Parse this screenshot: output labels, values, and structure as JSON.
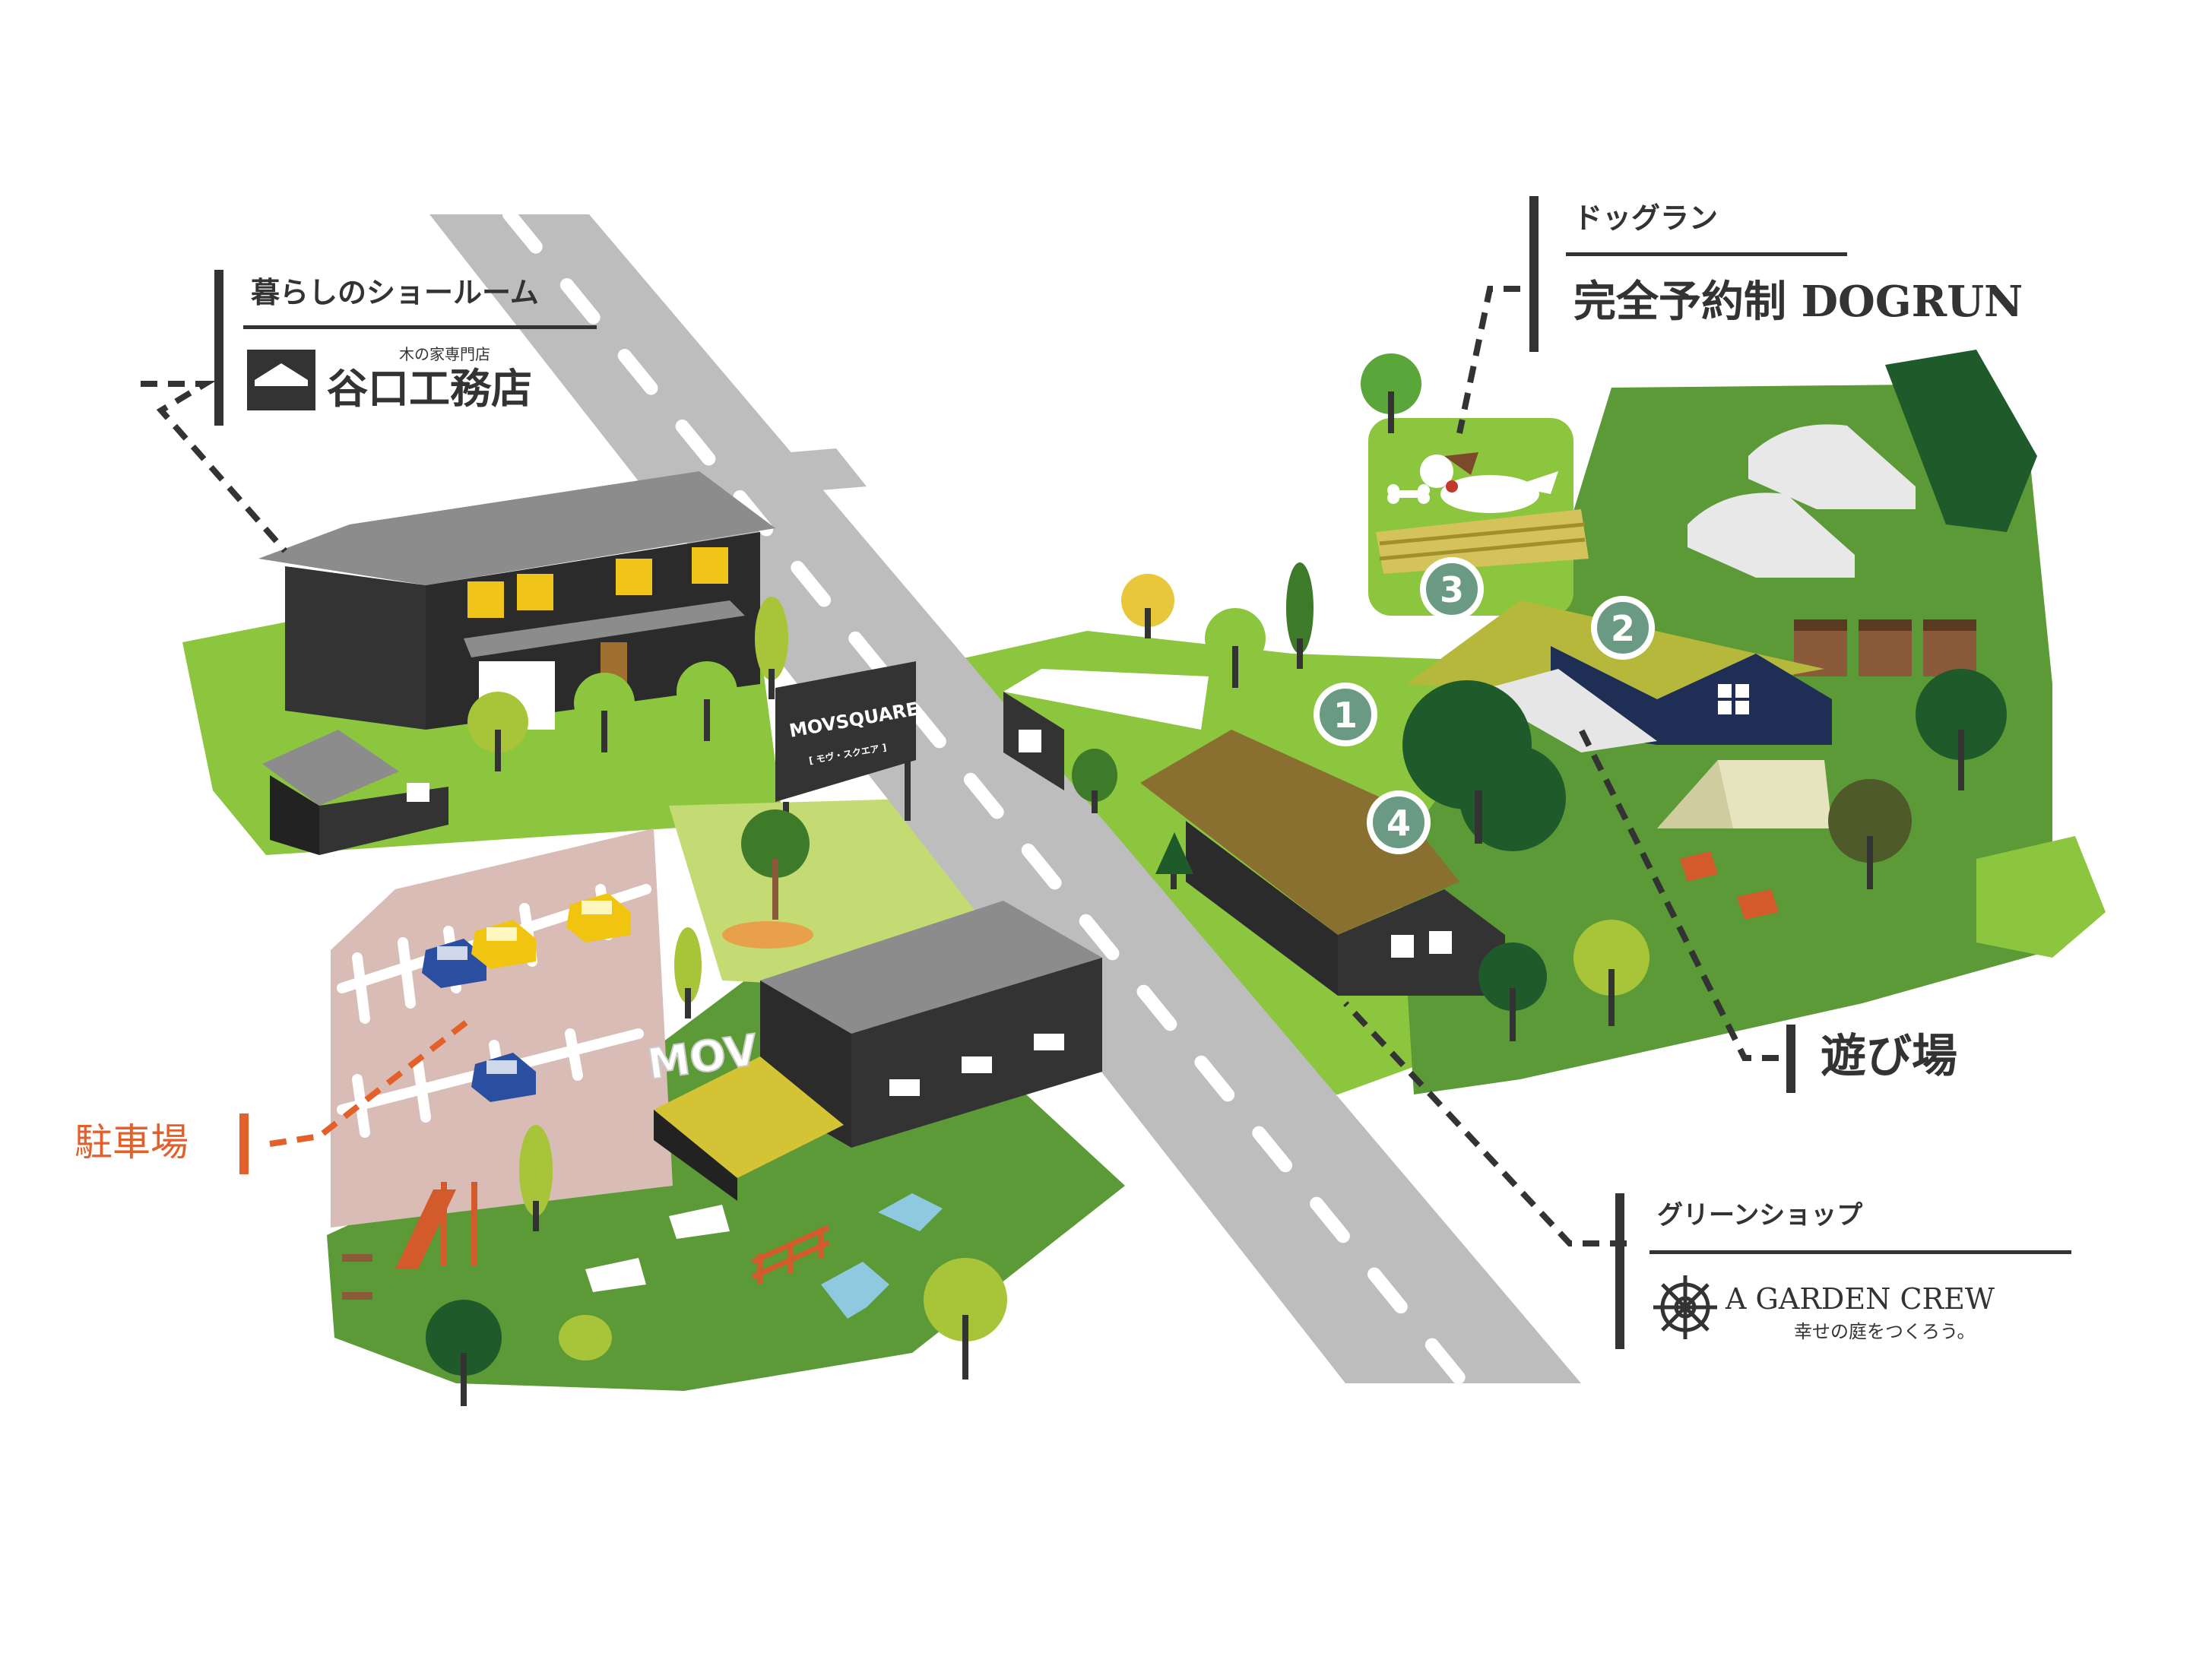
{
  "showroom": {
    "category": "暮らしのショールーム",
    "subtitle": "木の家専門店",
    "name": "谷口工務店"
  },
  "dogrun": {
    "category": "ドッグラン",
    "name": "完全予約制 DOGRUN"
  },
  "playground": {
    "name": "遊び場"
  },
  "parking": {
    "name": "駐車場"
  },
  "greenshop": {
    "category": "グリーンショップ",
    "name": "A GARDEN CREW",
    "tagline": "幸せの庭をつくろう。"
  },
  "signs": {
    "movsquare": "MOVSQUARE",
    "movsquare_sub": "[ モヴ・スクエア ]",
    "mov": "MOV"
  },
  "markers": [
    "1",
    "2",
    "3",
    "4"
  ],
  "colors": {
    "road": "#bdbdbd",
    "grass_light": "#8cc63f",
    "grass_dark": "#5b9a36",
    "building": "#333333",
    "parking_lot": "#d9bcb5",
    "marker": "#6a9a84",
    "accent_orange": "#e4602a",
    "navy": "#1f2e55"
  },
  "icons": [
    "house-logo-icon",
    "ship-wheel-logo-icon"
  ]
}
